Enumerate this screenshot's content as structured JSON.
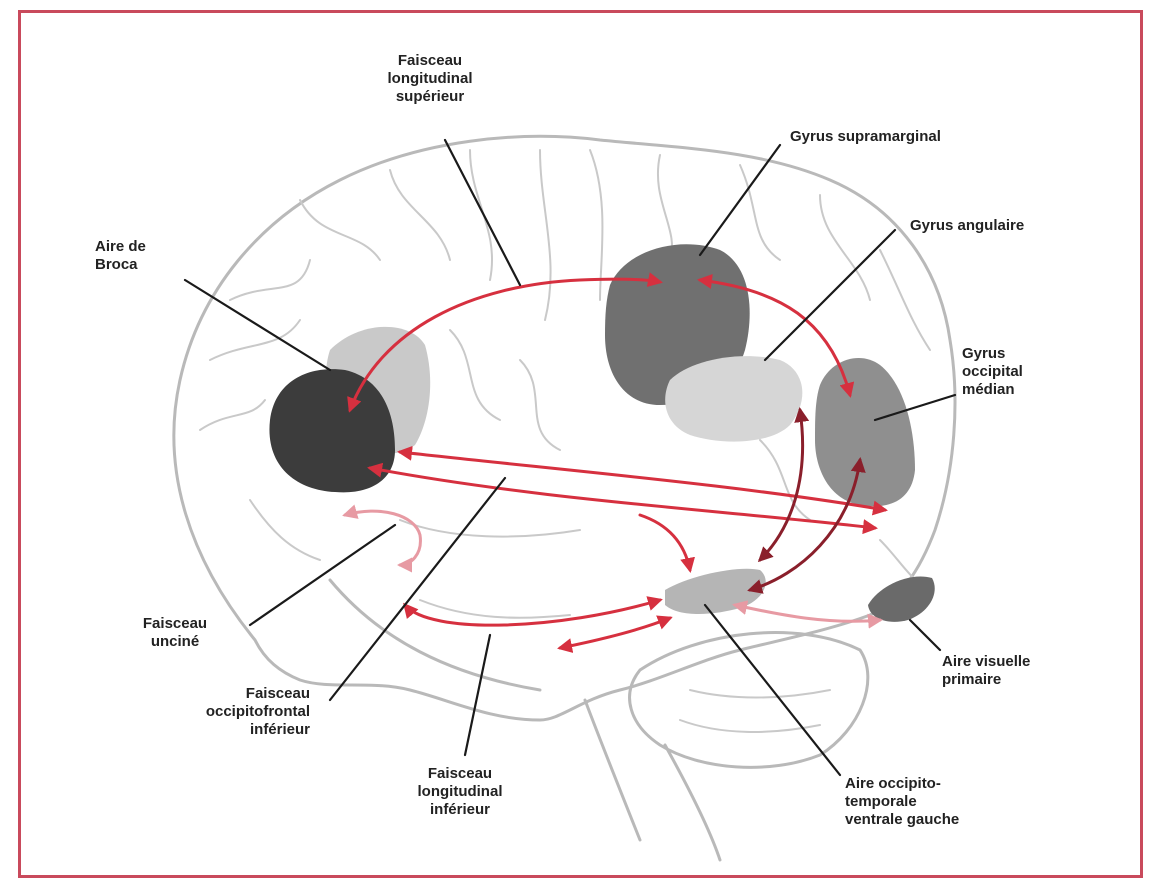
{
  "labels": {
    "slf_sup": "Faisceau\nlongitudinal\nsupérieur",
    "gyrus_supramarginal": "Gyrus supramarginal",
    "gyrus_angulaire": "Gyrus angulaire",
    "aire_broca": "Aire de\nBroca",
    "gyrus_occipital": "Gyrus\noccipital\nmédian",
    "faisceau_uncine": "Faisceau\nunciné",
    "faisceau_ifof": "Faisceau\noccipitofrontal\ninférieur",
    "faisceau_ilf": "Faisceau\nlongitudinal\ninférieur",
    "aire_visuelle": "Aire visuelle\nprimaire",
    "aire_vot": "Aire occipito-\ntemporale\nventrale gauche"
  },
  "colors": {
    "frame": "#c94a5c",
    "brain_outline": "#b9b9b9",
    "tract_red": "#d6303f",
    "tract_dark": "#8a1f2b",
    "tract_pink": "#e79aa3",
    "area_broca": "#3c3c3c",
    "area_dark_gray": "#707070",
    "area_mid_gray": "#8f8f8f",
    "area_light_gray": "#d6d6d6"
  }
}
